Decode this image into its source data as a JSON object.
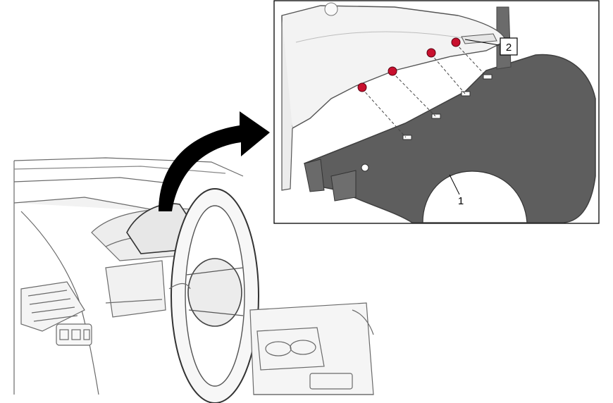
{
  "figure": {
    "callouts": [
      {
        "id": "1",
        "text": "1"
      },
      {
        "id": "2",
        "text": "2"
      }
    ],
    "colors": {
      "panel_dark": "#5e5e5e",
      "panel_dark_shadow": "#3f3f3f",
      "panel_light": "#f3f3f3",
      "fastener_red": "#c8102e",
      "arrow": "#000000",
      "line_art": "#6a6a6a"
    },
    "icons": [
      "curved-arrow-icon",
      "fastener-icon"
    ]
  }
}
